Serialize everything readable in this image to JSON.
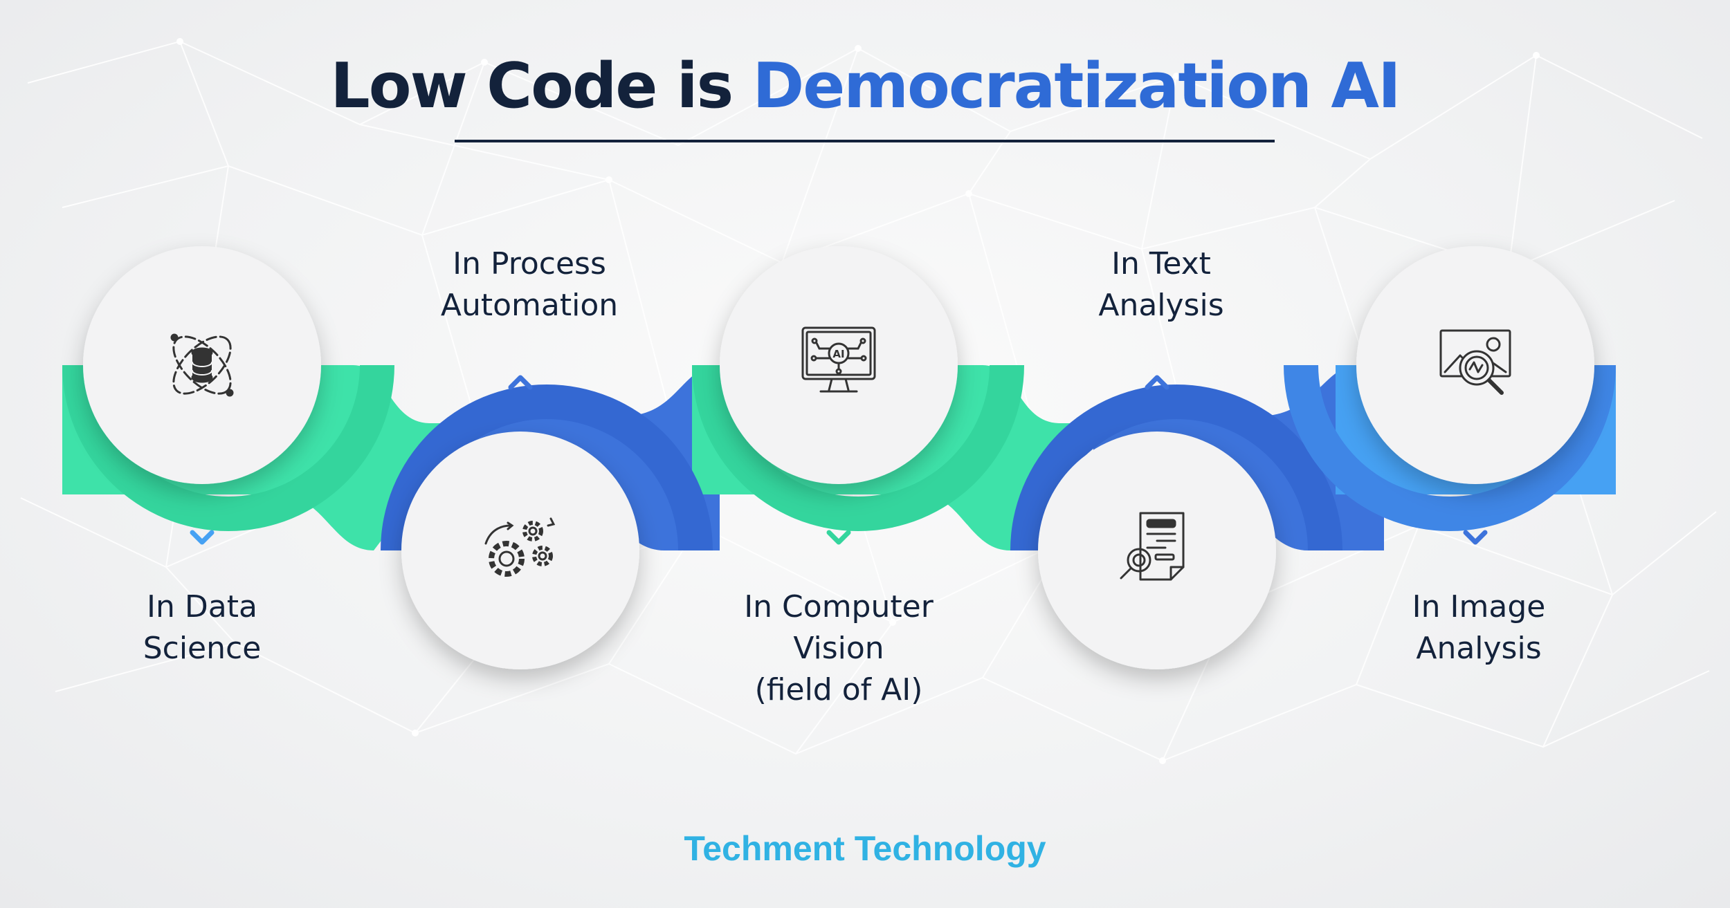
{
  "title": {
    "prefix": "Low Code is ",
    "highlight": "Democratization AI"
  },
  "steps": [
    {
      "label": "In Data\nScience",
      "icon": "database-cycle-icon",
      "arrow": "down"
    },
    {
      "label": "In Process\nAutomation",
      "icon": "gears-icon",
      "arrow": "up"
    },
    {
      "label": "In Computer\nVision\n(field of AI)",
      "icon": "ai-monitor-icon",
      "arrow": "down"
    },
    {
      "label": "In Text\nAnalysis",
      "icon": "document-magnifier-icon",
      "arrow": "up"
    },
    {
      "label": "In Image\nAnalysis",
      "icon": "image-magnifier-icon",
      "arrow": "down"
    }
  ],
  "footer": {
    "brand": "Techment Technology"
  },
  "colors": {
    "navy": "#13223b",
    "accent_blue": "#2f6bd6",
    "green": "#3ee2a9",
    "blue": "#3d73db",
    "light_blue": "#46a1f3",
    "brand": "#30b2e3"
  }
}
